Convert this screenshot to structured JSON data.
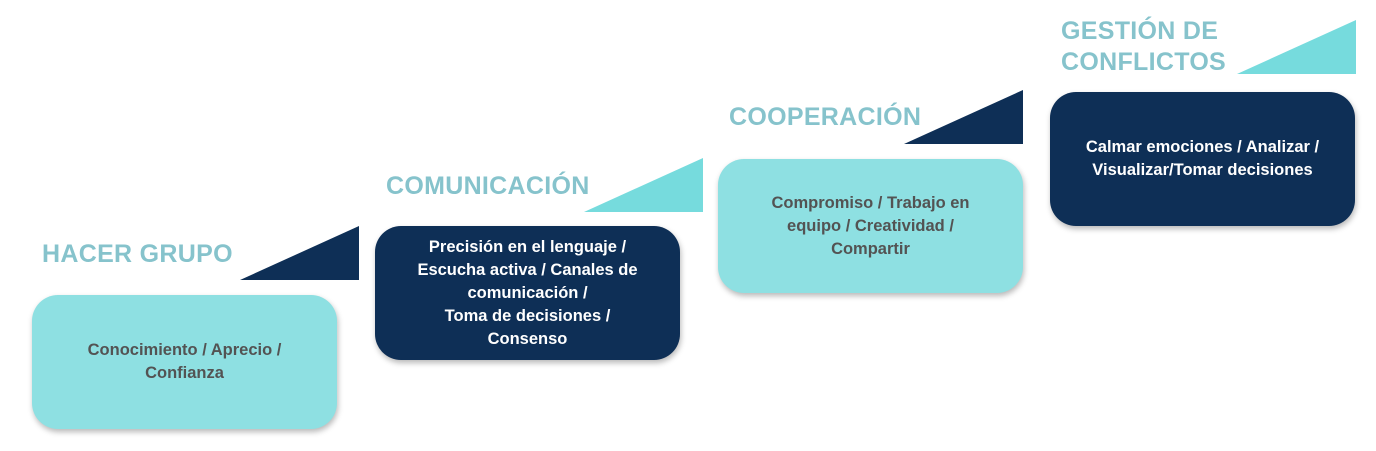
{
  "colors": {
    "title_teal": "#86c3cc",
    "box_light": "#8ee0e2",
    "box_dark": "#0e2f56",
    "triangle_light": "#76dbdd",
    "triangle_dark": "#0e2f56",
    "text_gray": "#535353",
    "text_white": "#ffffff"
  },
  "stages": [
    {
      "title": "HACER GRUPO",
      "body": "Conocimiento / Aprecio /\nConfianza",
      "style": "light",
      "triangle": "dark"
    },
    {
      "title": "COMUNICACIÓN",
      "body": "Precisión en el lenguaje /\nEscucha activa / Canales de\ncomunicación /\nToma de decisiones /\nConsenso",
      "style": "dark",
      "triangle": "light"
    },
    {
      "title": "COOPERACIÓN",
      "body": "Compromiso / Trabajo en\nequipo / Creatividad /\nCompartir",
      "style": "light",
      "triangle": "dark"
    },
    {
      "title": "GESTIÓN DE\nCONFLICTOS",
      "body": "Calmar emociones / Analizar /\nVisualizar/Tomar decisiones",
      "style": "dark",
      "triangle": "light"
    }
  ]
}
